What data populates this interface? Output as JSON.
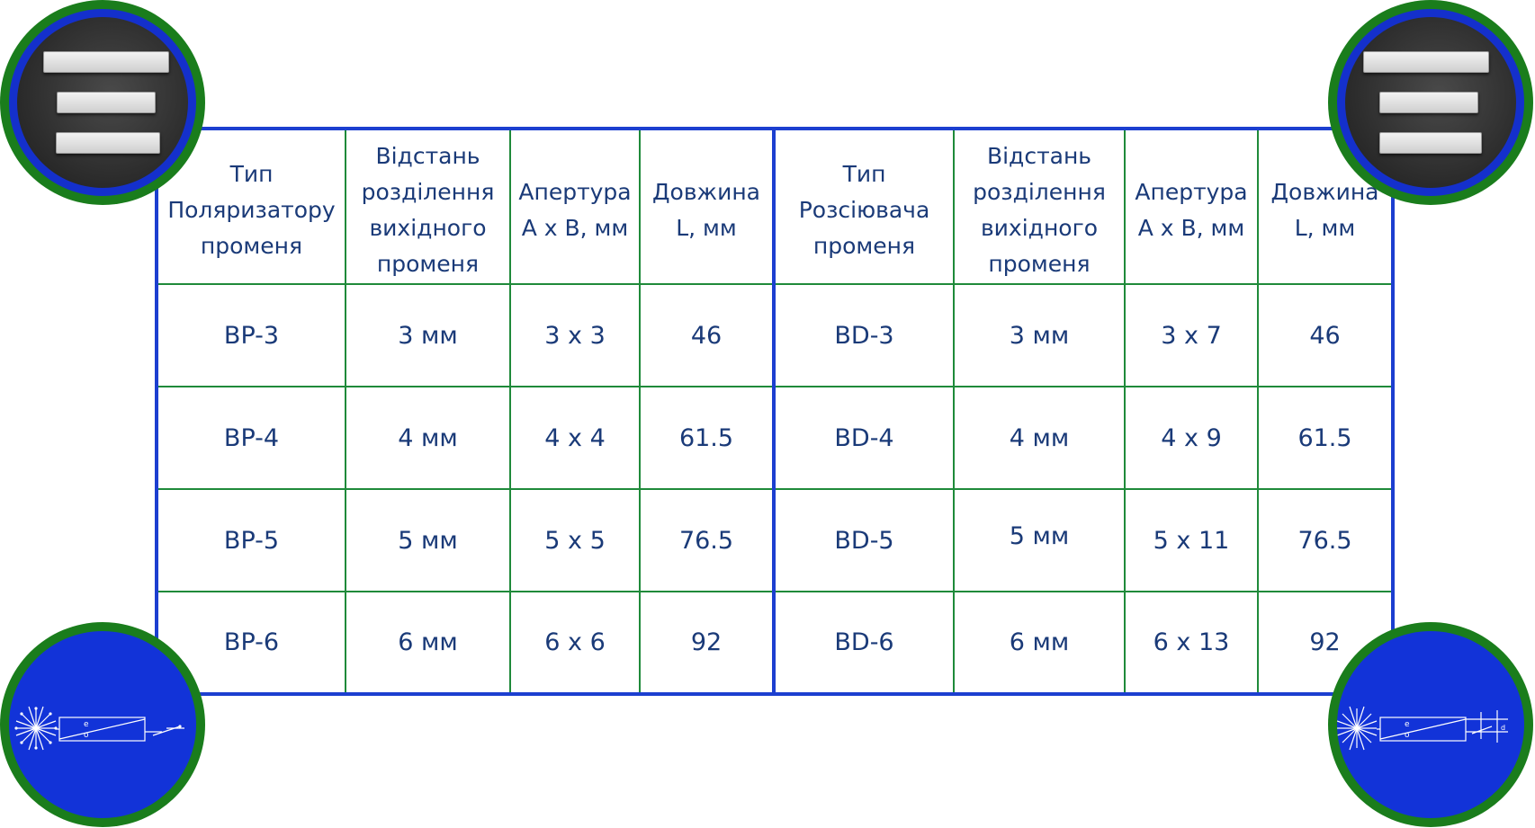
{
  "left_group": {
    "header": {
      "type": [
        "Тип",
        "Поляризатору",
        "променя"
      ],
      "separation": [
        "Відстань",
        "розділення",
        "вихідного",
        "променя"
      ],
      "aperture": [
        "Апертура",
        "A x B, мм"
      ],
      "length": [
        "Довжина",
        "L, мм"
      ]
    },
    "rows": [
      {
        "type": "BP-3",
        "separation": "3 мм",
        "aperture": "3 x 3",
        "length": "46"
      },
      {
        "type": "BP-4",
        "separation": "4 мм",
        "aperture": "4 x 4",
        "length": "61.5"
      },
      {
        "type": "BP-5",
        "separation": "5 мм",
        "aperture": "5 x 5",
        "length": "76.5"
      },
      {
        "type": "BP-6",
        "separation": "6 мм",
        "aperture": "6 x 6",
        "length": "92"
      }
    ]
  },
  "right_group": {
    "header": {
      "type": [
        "Тип",
        "Розсіювача",
        "променя"
      ],
      "separation": [
        "Відстань",
        "розділення",
        "вихідного",
        "променя"
      ],
      "aperture": [
        "Апертура",
        "A x B, мм"
      ],
      "length": [
        "Довжина",
        "L, мм"
      ]
    },
    "rows": [
      {
        "type": "BD-3",
        "separation": "3 мм",
        "aperture": "3 x 7",
        "length": "46"
      },
      {
        "type": "BD-4",
        "separation": "4 мм",
        "aperture": "4 x 9",
        "length": "61.5"
      },
      {
        "type": "BD-5",
        "separation": "5 мм",
        "aperture": "5 x 11",
        "length": "76.5"
      },
      {
        "type": "BD-6",
        "separation": "6 мм",
        "aperture": "6 x 13",
        "length": "92"
      }
    ]
  },
  "diagram_labels": {
    "extraordinary": "e",
    "ordinary": "o",
    "displacement": "d"
  },
  "colors": {
    "table_border": "#1c3fd0",
    "cell_border": "#1f8a3a",
    "text": "#1a3a78",
    "badge_outer": "#1a7d1c",
    "badge_inner": "#1430cc"
  }
}
